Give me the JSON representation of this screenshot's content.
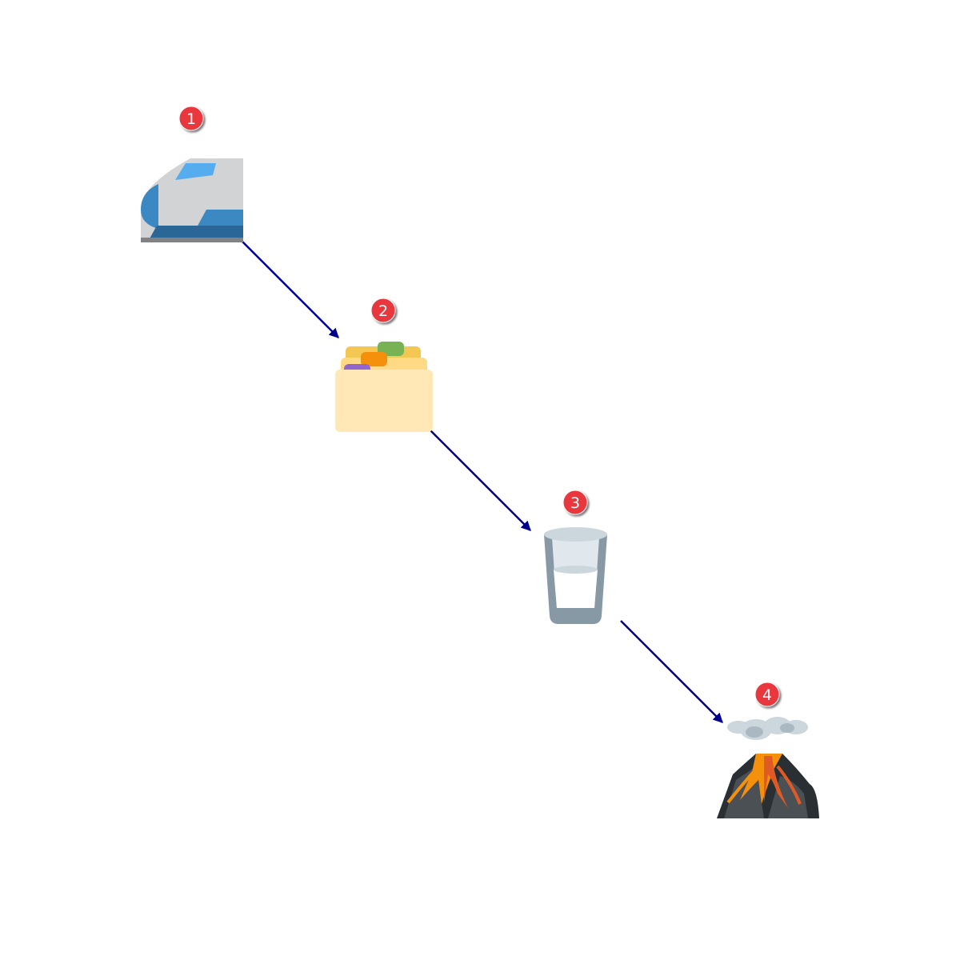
{
  "diagram": {
    "type": "numbered-sequence",
    "steps": [
      {
        "number": "1",
        "icon": "bullet-train-icon"
      },
      {
        "number": "2",
        "icon": "card-index-dividers-icon"
      },
      {
        "number": "3",
        "icon": "glass-of-milk-icon"
      },
      {
        "number": "4",
        "icon": "volcano-icon"
      }
    ],
    "connections": [
      {
        "from": "1",
        "to": "2"
      },
      {
        "from": "2",
        "to": "3"
      },
      {
        "from": "3",
        "to": "4"
      }
    ],
    "colors": {
      "arrow": "#00008b",
      "badge": "#e8383d",
      "badge_text": "#ffffff"
    }
  }
}
